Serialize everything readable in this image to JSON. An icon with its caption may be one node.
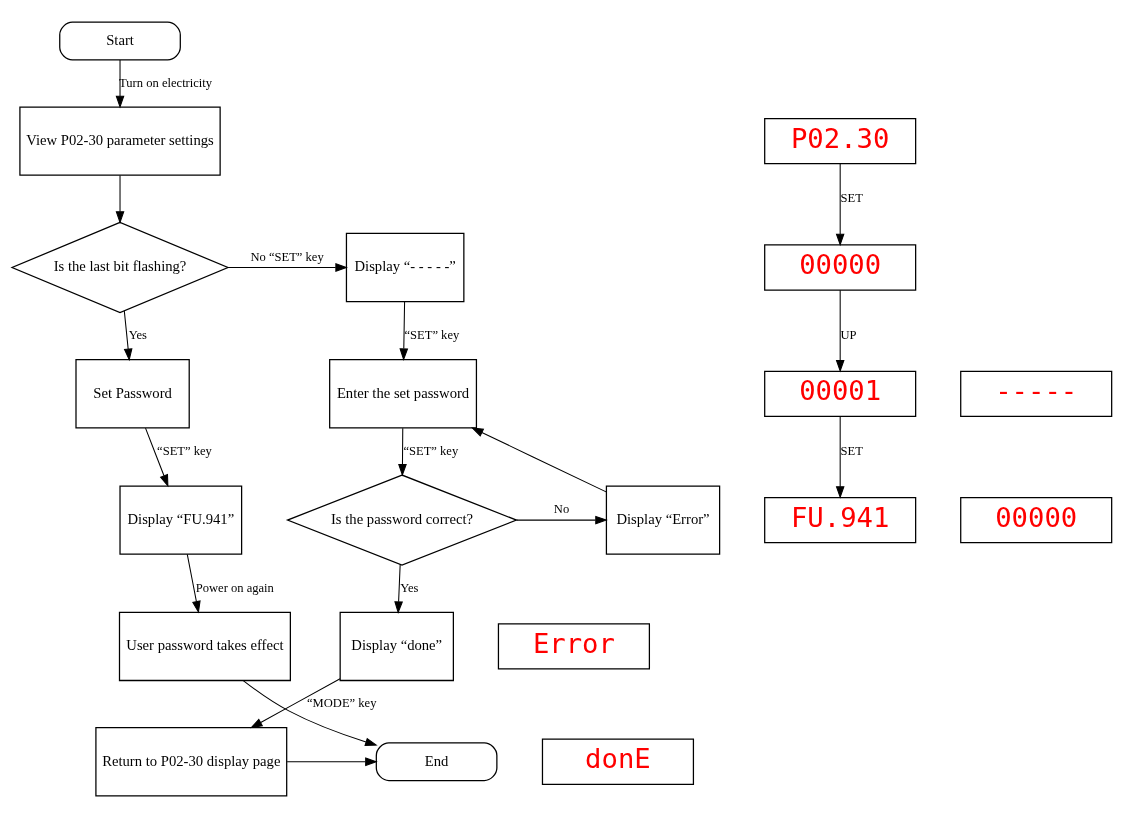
{
  "diagram": {
    "nodes": [
      {
        "text": [
          "Start"
        ]
      },
      {
        "text": [
          "View P02-30 parameter settings"
        ]
      },
      {
        "text": [
          "Is the last bit flashing?"
        ]
      },
      {
        "text": [
          "Display “- - - - -”"
        ]
      },
      {
        "text": [
          "Set Password"
        ]
      },
      {
        "text": [
          "Enter the set password"
        ]
      },
      {
        "text": [
          "Is the password correct?"
        ]
      },
      {
        "text": [
          "Display “Error”"
        ]
      },
      {
        "text": [
          "Display “FU.941”"
        ]
      },
      {
        "text": [
          "User password takes effect"
        ]
      },
      {
        "text": [
          "Display “done”"
        ]
      },
      {
        "text": [
          "Return to P02-30 display page"
        ]
      },
      {
        "text": [
          "End"
        ]
      },
      {
        "text": [
          "P02.30"
        ]
      },
      {
        "text": [
          "00000"
        ]
      },
      {
        "text": [
          "00001"
        ]
      },
      {
        "text": [
          "FU.941"
        ]
      },
      {
        "text": [
          "-----"
        ]
      },
      {
        "text": [
          "00000"
        ]
      },
      {
        "text": [
          "Error"
        ]
      },
      {
        "text": [
          "donE"
        ]
      }
    ],
    "edges": [
      {
        "from": 0,
        "to": 1,
        "arrow": "to",
        "label": "Turn on electricity"
      },
      {
        "from": 1,
        "to": 2,
        "arrow": "to"
      },
      {
        "from": 2,
        "to": 3,
        "arrow": "to",
        "label": "No “SET” key"
      },
      {
        "from": 2,
        "to": 4,
        "arrow": "to",
        "label": "Yes"
      },
      {
        "from": 3,
        "to": 5,
        "arrow": "to",
        "label": "“SET” key"
      },
      {
        "from": 5,
        "to": 6,
        "arrow": "to",
        "label": "“SET” key"
      },
      {
        "from": 6,
        "to": 7,
        "arrow": "to",
        "label": "No"
      },
      {
        "from": 7,
        "to": 5,
        "arrow": "to"
      },
      {
        "from": 4,
        "to": 8,
        "arrow": "to",
        "label": "“SET” key"
      },
      {
        "from": 8,
        "to": 9,
        "arrow": "to",
        "label": "Power on again"
      },
      {
        "from": 9,
        "to": 12,
        "arrow": "to"
      },
      {
        "from": 6,
        "to": 10,
        "arrow": "to",
        "label": "Yes"
      },
      {
        "from": 10,
        "to": 11,
        "arrow": "to",
        "label": "“MODE” key"
      },
      {
        "from": 11,
        "to": 12,
        "arrow": "to"
      },
      {
        "from": 13,
        "to": 14,
        "arrow": "to",
        "label": "SET"
      },
      {
        "from": 14,
        "to": 15,
        "arrow": "to",
        "label": "UP"
      },
      {
        "from": 15,
        "to": 16,
        "arrow": "to",
        "label": "SET"
      }
    ]
  }
}
